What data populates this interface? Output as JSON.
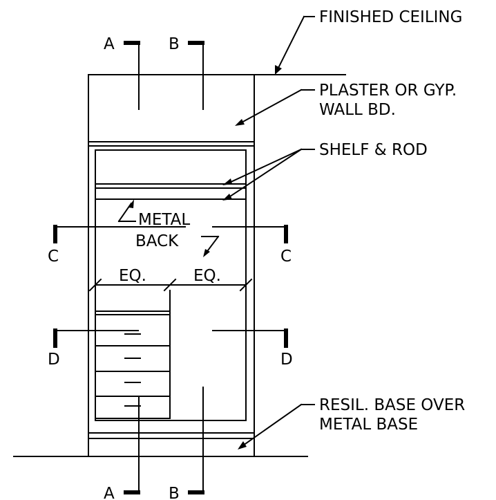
{
  "notes": {
    "finished_ceiling": "FINISHED CEILING",
    "plaster_line1": "PLASTER OR GYP.",
    "plaster_line2": "WALL BD.",
    "shelf_rod": "SHELF & ROD",
    "metal_back_line1": "METAL",
    "metal_back_line2": "BACK",
    "resil_line1": "RESIL. BASE OVER",
    "resil_line2": "METAL BASE"
  },
  "dimensions": {
    "left": "EQ.",
    "right": "EQ."
  },
  "section_marks": {
    "a": "A",
    "b": "B",
    "c": "C",
    "d": "D"
  },
  "colors": {
    "line": "#000000",
    "background": "#ffffff"
  }
}
